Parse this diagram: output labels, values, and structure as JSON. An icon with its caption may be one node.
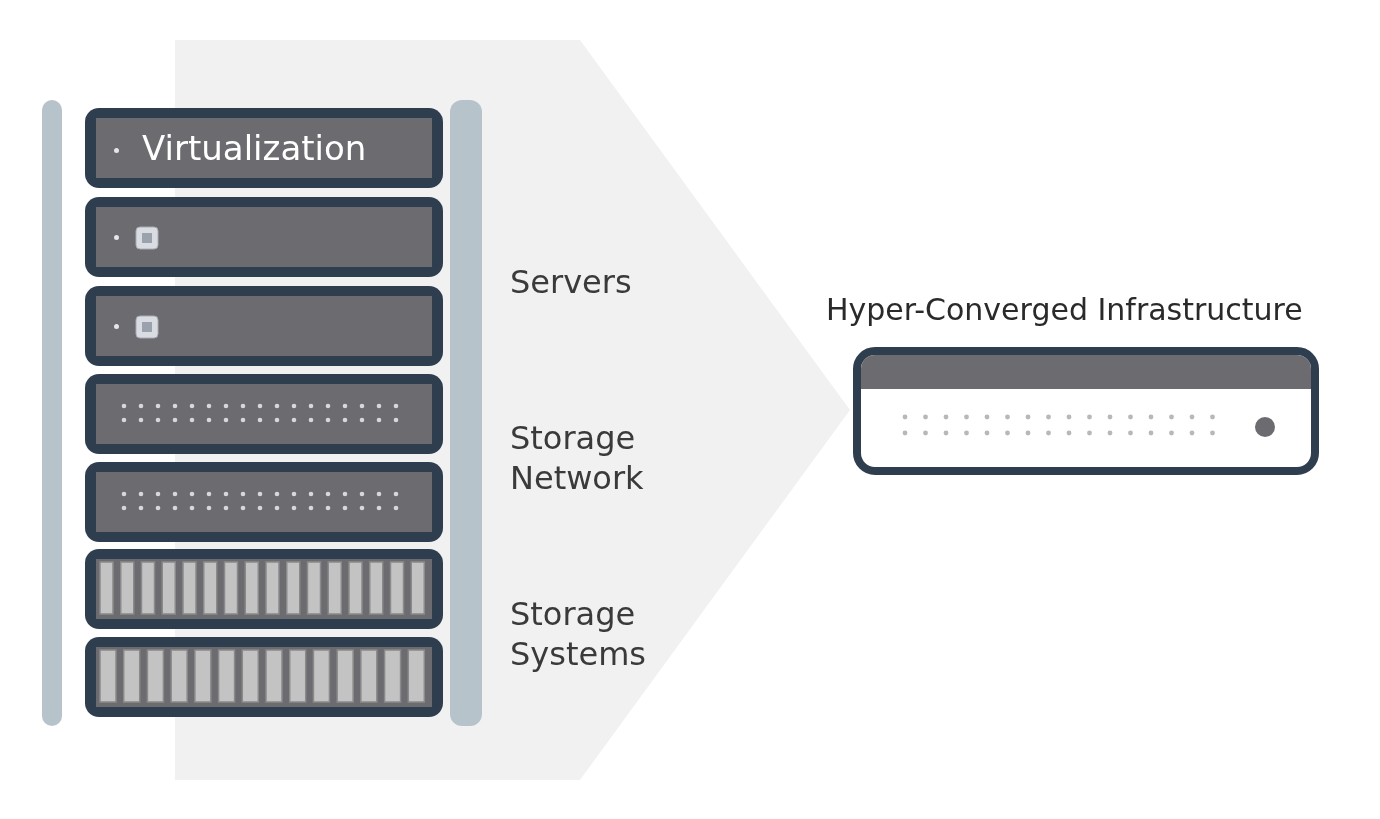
{
  "diagram": {
    "nodes": [
      {
        "text": [],
        "shape": "box"
      },
      {
        "text": [
          "Virtualization"
        ],
        "in": 0
      },
      {
        "text": [],
        "shape": "box",
        "in": 0
      },
      {
        "text": [],
        "shape": "box",
        "in": 0
      },
      {
        "text": [],
        "shape": "box",
        "in": 0
      },
      {
        "text": [],
        "shape": "box",
        "in": 0
      },
      {
        "text": [],
        "shape": "box",
        "in": 0
      },
      {
        "text": [],
        "shape": "box",
        "in": 0
      },
      {
        "text": [
          "Hyper-Converged Infrastructure"
        ]
      }
    ],
    "edges": [
      {
        "from": 0,
        "to": 8,
        "arrow": "to"
      }
    ],
    "labels": [
      "Servers",
      "Storage Network",
      "Storage Systems"
    ]
  }
}
